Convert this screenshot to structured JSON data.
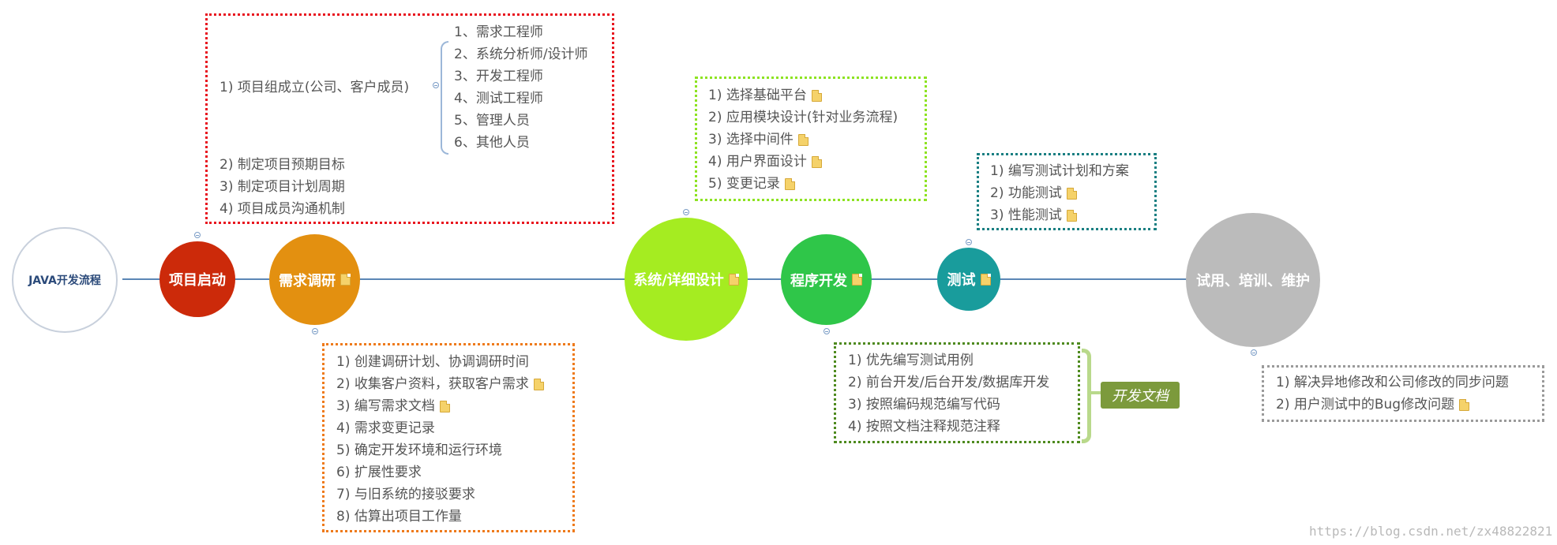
{
  "colors": {
    "root_border": "#c8d0dc",
    "start": "#cc2a0a",
    "research": "#e39010",
    "design": "#a5ec21",
    "dev": "#2fc649",
    "test": "#199c9c",
    "trial": "#bbbbbb",
    "line": "#5b86b5"
  },
  "nodes": {
    "root": "JAVA开发流程",
    "start": "项目启动",
    "research": "需求调研",
    "design": "系统/详细设计",
    "dev": "程序开发",
    "test": "测试",
    "trial": "试用、培训、维护"
  },
  "start_box": {
    "team": "1) 项目组成立(公司、客户成员)",
    "team_members": [
      "1、需求工程师",
      "2、系统分析师/设计师",
      "3、开发工程师",
      "4、测试工程师",
      "5、管理人员",
      "6、其他人员"
    ],
    "items": [
      "2) 制定项目预期目标",
      "3) 制定项目计划周期",
      "4) 项目成员沟通机制"
    ]
  },
  "research_box": {
    "items": [
      "1) 创建调研计划、协调调研时间",
      "2) 收集客户资料，获取客户需求",
      "3) 编写需求文档",
      "4) 需求变更记录",
      "5) 确定开发环境和运行环境",
      "6) 扩展性要求",
      "7) 与旧系统的接驳要求",
      "8) 估算出项目工作量"
    ]
  },
  "design_box": {
    "items": [
      "1) 选择基础平台",
      "2) 应用模块设计(针对业务流程)",
      "3) 选择中间件",
      "4) 用户界面设计",
      "5) 变更记录"
    ]
  },
  "dev_box": {
    "items": [
      "1) 优先编写测试用例",
      "2) 前台开发/后台开发/数据库开发",
      "3) 按照编码规范编写代码",
      "4) 按照文档注释规范注释"
    ],
    "tag": "开发文档"
  },
  "test_box": {
    "items": [
      "1) 编写测试计划和方案",
      "2) 功能测试",
      "3) 性能测试"
    ]
  },
  "trial_box": {
    "items": [
      "1) 解决异地修改和公司修改的同步问题",
      "2) 用户测试中的Bug修改问题"
    ]
  },
  "watermark": "https://blog.csdn.net/zx48822821"
}
